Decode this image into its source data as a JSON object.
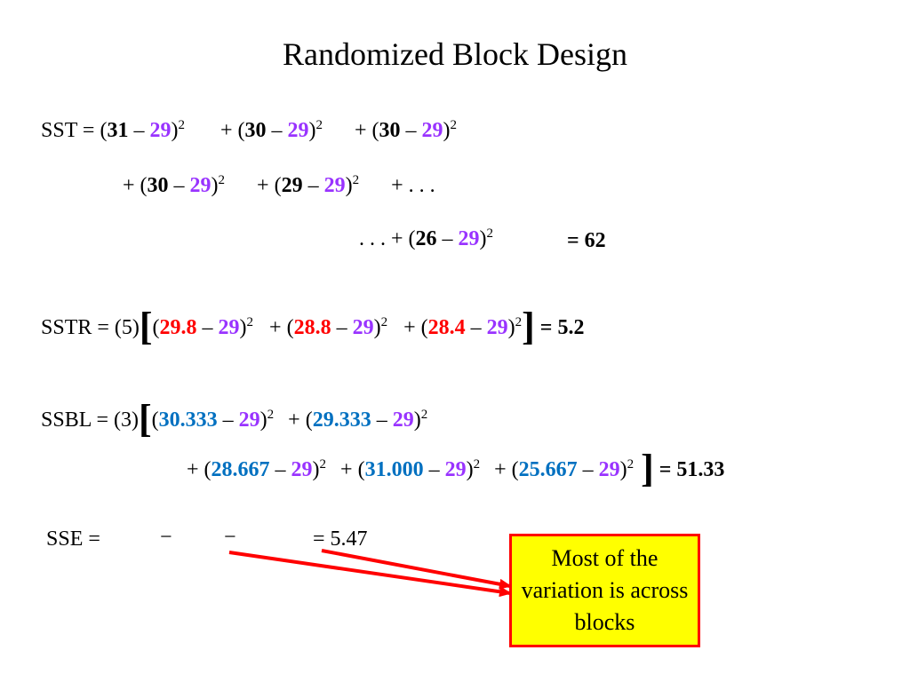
{
  "title": "Randomized Block Design",
  "sst": {
    "label": "SST = (",
    "mean": "29",
    "line1": [
      "31",
      "30",
      "30"
    ],
    "line2": [
      "30",
      "29"
    ],
    "line3_prefix": ". . . + (",
    "line3": [
      "26"
    ],
    "ellipsis": "+ . . .",
    "result": "= 62"
  },
  "sstr": {
    "label": "SSTR = (5)",
    "mean": "29",
    "terms": [
      "29.8",
      "28.8",
      "28.4"
    ],
    "result": "= 5.2"
  },
  "ssbl": {
    "label": "SSBL = (3)",
    "mean": "29",
    "line1": [
      "30.333",
      "29.333"
    ],
    "line2": [
      "28.667",
      "31.000",
      "25.667"
    ],
    "result": "= 51.33"
  },
  "sse": {
    "label": "SSE =",
    "minus1": "−",
    "minus2": "−",
    "result": "= 5.47"
  },
  "callout": {
    "text": "Most of the variation is across blocks"
  },
  "symbols": {
    "exp": "2",
    "dash": "–",
    "open_paren": "(",
    "close_paren": ")",
    "plus_open": "+ (",
    "lbracket": "[",
    "rbracket": "]"
  },
  "colors": {
    "mean": "#9933ff",
    "treatment_means": "#ff0000",
    "block_means": "#0070c0",
    "callout_fill": "#ffff00",
    "callout_border": "#ff0000",
    "arrow": "#ff0000"
  }
}
